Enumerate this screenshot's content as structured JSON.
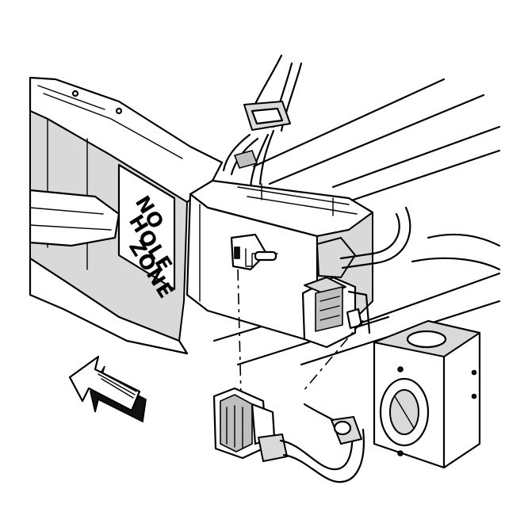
{
  "frame": {
    "zone_label_lines": [
      "NO",
      "HOLE",
      "ZONE"
    ]
  },
  "direction_arrow": {
    "icon": "direction-arrow-icon"
  }
}
